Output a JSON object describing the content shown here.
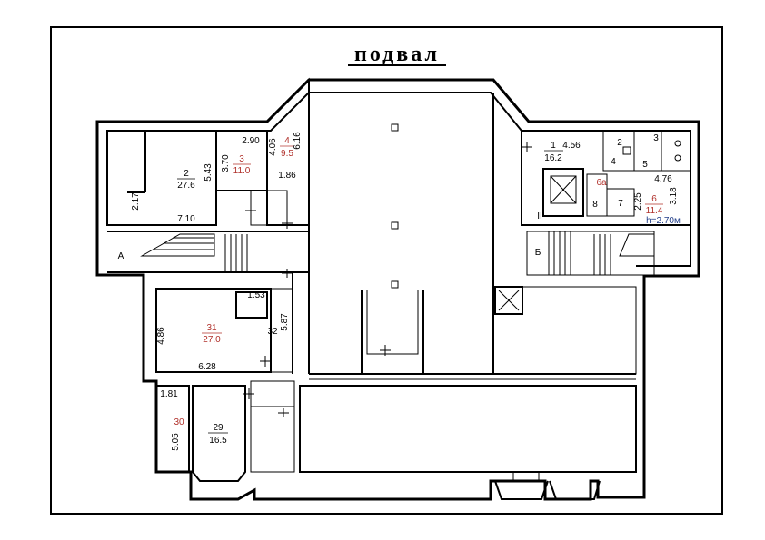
{
  "title": "подвал",
  "rooms": [
    {
      "id": "2",
      "area": "27.6",
      "dims": [
        "5.43",
        "2.17",
        "7.10"
      ]
    },
    {
      "id": "3",
      "area": "11.0",
      "dims": [
        "2.90",
        "3.70"
      ]
    },
    {
      "id": "4",
      "area": "9.5",
      "dims": [
        "4.06",
        "6.16",
        "1.86"
      ]
    },
    {
      "id": "1",
      "area": "16.2",
      "dims": [
        "4.56"
      ]
    },
    {
      "id": "2",
      "area": ""
    },
    {
      "id": "3",
      "area": ""
    },
    {
      "id": "4",
      "area": ""
    },
    {
      "id": "5",
      "area": ""
    },
    {
      "id": "6",
      "area": "11.4",
      "dims": [
        "4.76",
        "2.25",
        "3.18"
      ]
    },
    {
      "id": "6а",
      "area": ""
    },
    {
      "id": "7",
      "area": ""
    },
    {
      "id": "8",
      "area": ""
    },
    {
      "id": "31",
      "area": "27.0",
      "dims": [
        "4.86",
        "6.28",
        "1.53",
        "5.87"
      ]
    },
    {
      "id": "32",
      "area": ""
    },
    {
      "id": "30",
      "area": "",
      "dims": [
        "1.81",
        "5.05"
      ]
    },
    {
      "id": "29",
      "area": "16.5"
    }
  ],
  "ceiling_height": "h=2.70м",
  "stair_labels": {
    "a": "А",
    "b": "Б"
  },
  "roman": "II",
  "colors": {
    "red_label": "#b0302a",
    "blue_label": "#1f3c88",
    "line": "#000000"
  }
}
